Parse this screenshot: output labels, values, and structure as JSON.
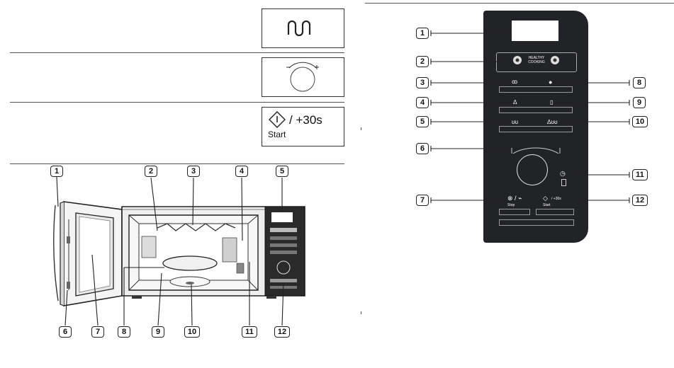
{
  "left_icons": {
    "start_button": {
      "plus_text": "/ +30s",
      "start_label": "Start"
    }
  },
  "microwave_callouts": [
    "1",
    "2",
    "3",
    "4",
    "5",
    "6",
    "7",
    "8",
    "9",
    "10",
    "11",
    "12"
  ],
  "panel_callouts": [
    "1",
    "2",
    "3",
    "4",
    "5",
    "6",
    "7",
    "8",
    "9",
    "10",
    "11",
    "12"
  ],
  "panel": {
    "healthy_cooking": "HEALTHY COOKING",
    "stop_label": "Stop",
    "start_label": "Start",
    "plus30": "/ +30s"
  }
}
